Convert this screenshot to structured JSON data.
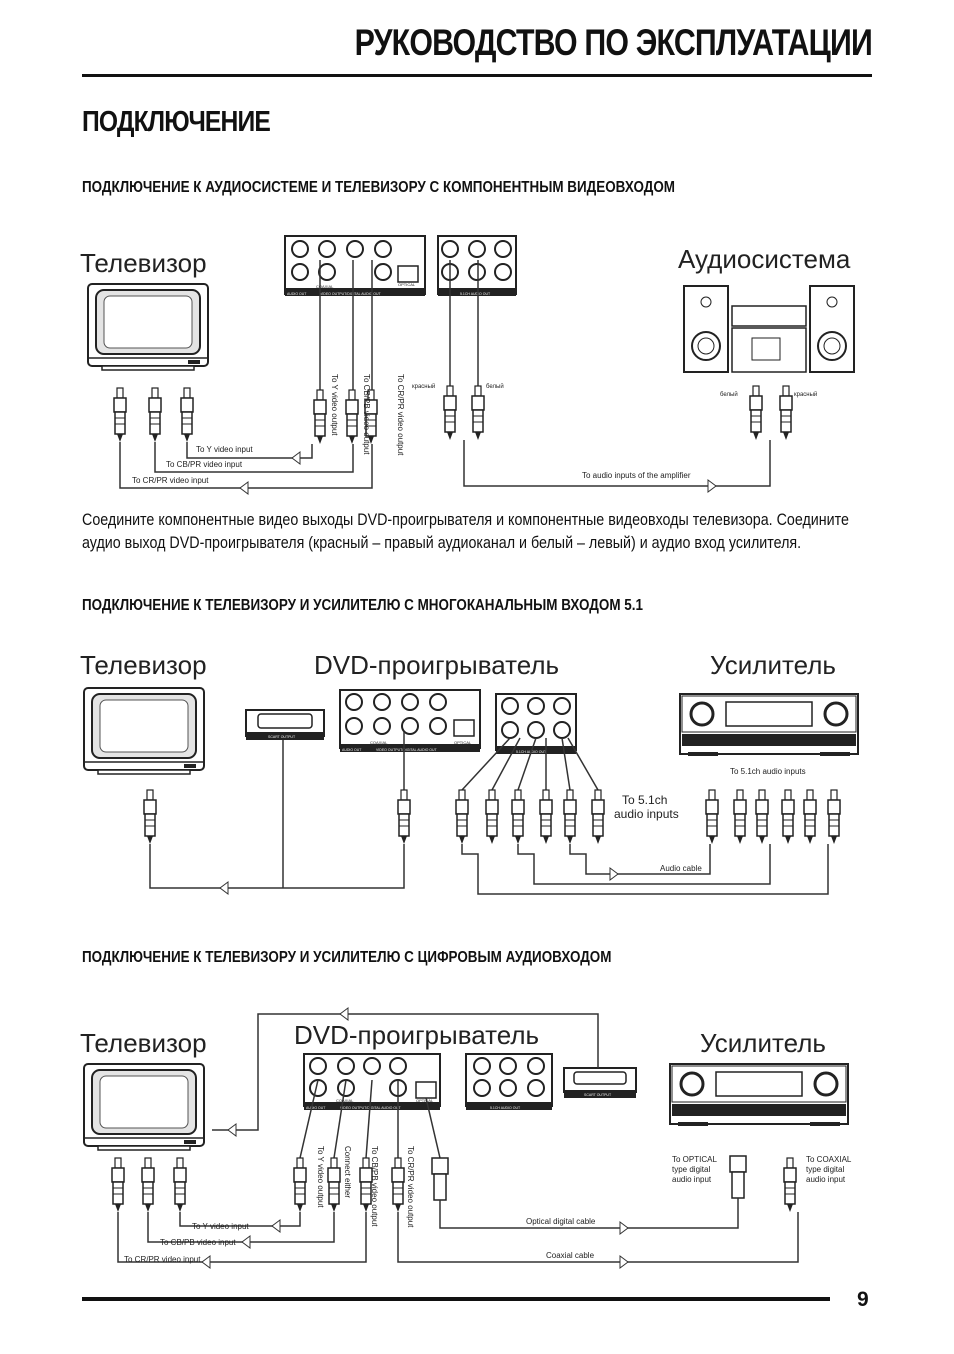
{
  "header": {
    "title": "РУКОВОДСТВО ПО ЭКСПЛУАТАЦИИ"
  },
  "section": {
    "title": "ПОДКЛЮЧЕНИЕ"
  },
  "subsections": [
    {
      "title": "ПОДКЛЮЧЕНИЕ К АУДИОСИСТЕМЕ И ТЕЛЕВИЗОРУ С КОМПОНЕНТНЫМ ВИДЕОВХОДОМ"
    },
    {
      "title": "ПОДКЛЮЧЕНИЕ К ТЕЛЕВИЗОРУ И УСИЛИТЕЛЮ С МНОГОКАНАЛЬНЫМ ВХОДОМ 5.1"
    },
    {
      "title": "ПОДКЛЮЧЕНИЕ К ТЕЛЕВИЗОРУ И УСИЛИТЕЛЮ С ЦИФРОВЫМ АУДИОВХОДОМ"
    }
  ],
  "paragraph": {
    "line1": "Соедините компонентные видео выходы DVD-проигрывателя и компонентные видеовходы телевизора. Соедините",
    "line2": "аудио выход DVD-проигрывателя (красный – правый аудиоканал и белый – левый) и аудио вход усилителя."
  },
  "diagram1": {
    "tv_label": "Телевизор",
    "audio_label": "Аудиосистема",
    "to_y_input": "To Y video input",
    "to_cbpr_input": "To CB/PR video input",
    "to_crpr_input": "To CR/PR video input",
    "to_y_output": "To Y video output",
    "to_cbpb_output": "To CB/PB video output",
    "to_crpr_output": "To CR/PR video output",
    "red_left": "красный",
    "white_left": "белый",
    "white_right": "белый",
    "red_right": "красный",
    "to_amp": "To audio inputs of the amplifier",
    "panel_audio_out": "AUDIO OUT",
    "panel_video_out": "VIDEO OUTPUT/DIGITAL AUDIO OUT",
    "panel_51_out": "5.1CH AUDIO OUT",
    "panel_coaxial": "COAXIAL",
    "panel_optical": "OPTICAL"
  },
  "diagram2": {
    "tv_label": "Телевизор",
    "dvd_label": "DVD-проигрыватель",
    "amp_label": "Усилитель",
    "to_51_inputs_top": "To 5.1ch audio inputs",
    "to_51_line1": "To 5.1ch",
    "to_51_line2": "audio inputs",
    "audio_cable": "Audio cable",
    "scart_output": "SCART OUTPUT",
    "panel_audio_out": "AUDIO OUT",
    "panel_video_out": "VIDEO OUTPUT/DIGITAL AUDIO OUT",
    "panel_51_out": "5.1CH AUDIO OUT",
    "panel_coaxial": "COAXIAL",
    "panel_optical": "OPTICAL"
  },
  "diagram3": {
    "tv_label": "Телевизор",
    "dvd_label": "DVD-проигрыватель",
    "amp_label": "Усилитель",
    "to_y_input": "To Y video input",
    "to_cbpb_input": "To CB/PB video input",
    "to_crpr_input": "To CR/PR video input",
    "to_y_output": "To Y video output",
    "connect_either": "Connect either",
    "to_cbpb_output": "To CB/PB video output",
    "to_crpr_output": "To CR/PR video output",
    "optical_line1": "To OPTICAL",
    "optical_line2": "type digital",
    "optical_line3": "audio input",
    "coaxial_line1": "To COAXIAL",
    "coaxial_line2": "type digital",
    "coaxial_line3": "audio input",
    "optical_cable": "Optical digital cable",
    "coaxial_cable": "Coaxial cable",
    "scart_output": "SCART OUTPUT",
    "panel_audio_out": "AUDIO OUT",
    "panel_video_out": "VIDEO OUTPUT/DIGITAL AUDIO OUT",
    "panel_51_out": "5.1CH AUDIO OUT",
    "panel_coaxial": "COAXIAL",
    "panel_optical": "OPTICAL"
  },
  "footer": {
    "page_number": "9"
  }
}
